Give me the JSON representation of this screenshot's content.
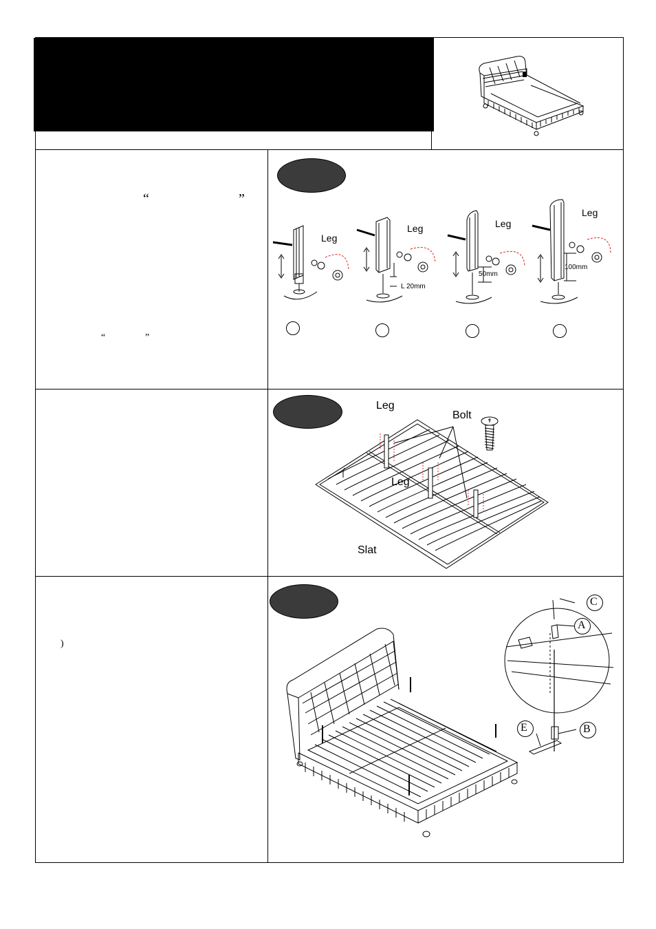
{
  "header": {
    "banner_color": "#000000"
  },
  "step1": {
    "open_quote_1": "“",
    "close_quote_1": "”",
    "open_quote_2": "“",
    "close_quote_2": "”",
    "labels": {
      "leg_a": "Leg",
      "leg_b": "Leg",
      "leg_c": "Leg",
      "leg_d": "Leg"
    },
    "dims": {
      "b": "L 20mm",
      "c": "50mm",
      "d": "100mm"
    }
  },
  "step2": {
    "labels": {
      "leg_top": "Leg",
      "bolt": "Bolt",
      "leg_mid": "Leg",
      "slat": "Slat"
    }
  },
  "step3": {
    "paren": ")",
    "labels": {
      "c": "C",
      "a": "A",
      "b": "B",
      "e": "E"
    }
  },
  "colors": {
    "pill": "#3b3b3b",
    "arrow": "#e02020"
  }
}
